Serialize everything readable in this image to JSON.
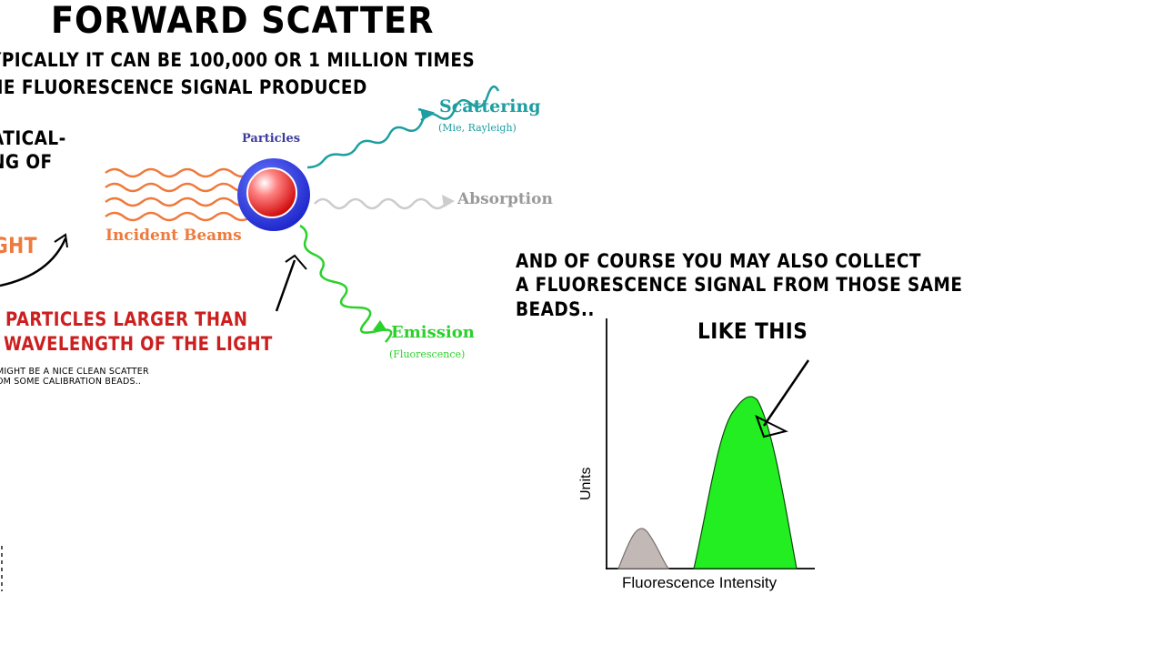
{
  "title": "FORWARD SCATTER",
  "subtitle_line1": "YPICALLY IT CAN BE 100,000 OR 1 MILLION TIMES",
  "subtitle_line2": "HE FLUORESCENCE SIGNAL PRODUCED",
  "left_text_line1": "ATICAL-",
  "left_text_line2": "NG OF",
  "light_label": "GHT",
  "red_note_line1": "PARTICLES LARGER THAN",
  "red_note_line2": "WAVELENGTH OF THE LIGHT",
  "small_note_line1": "MIGHT BE A NICE CLEAN SCATTER",
  "small_note_line2": "OM SOME CALIBRATION BEADS..",
  "diagram": {
    "particles_label": "Particles",
    "scattering_label": "Scattering",
    "scattering_sub": "(Mie, Rayleigh)",
    "absorption_label": "Absorption",
    "incident_label": "Incident Beams",
    "emission_label": "Emission",
    "emission_sub": "(Fluorescence)",
    "colors": {
      "incident": "#ee7a3c",
      "scattering": "#1e9ea0",
      "absorption": "#cccccc",
      "emission": "#2bd12b",
      "particle_outer": "#2233dd",
      "particle_inner": "#dd1111"
    }
  },
  "right_text_line1": "AND OF COURSE YOU MAY ALSO COLLECT",
  "right_text_line2": "A FLUORESCENCE SIGNAL FROM THOSE SAME",
  "right_text_line3": "BEADS..",
  "like_this": "LIKE THIS",
  "histogram": {
    "x_axis_label": "Fluorescence Intensity",
    "y_axis_label": "Units",
    "colors": {
      "small_peak": "#c2b8b5",
      "large_peak": "#22ee22"
    }
  }
}
